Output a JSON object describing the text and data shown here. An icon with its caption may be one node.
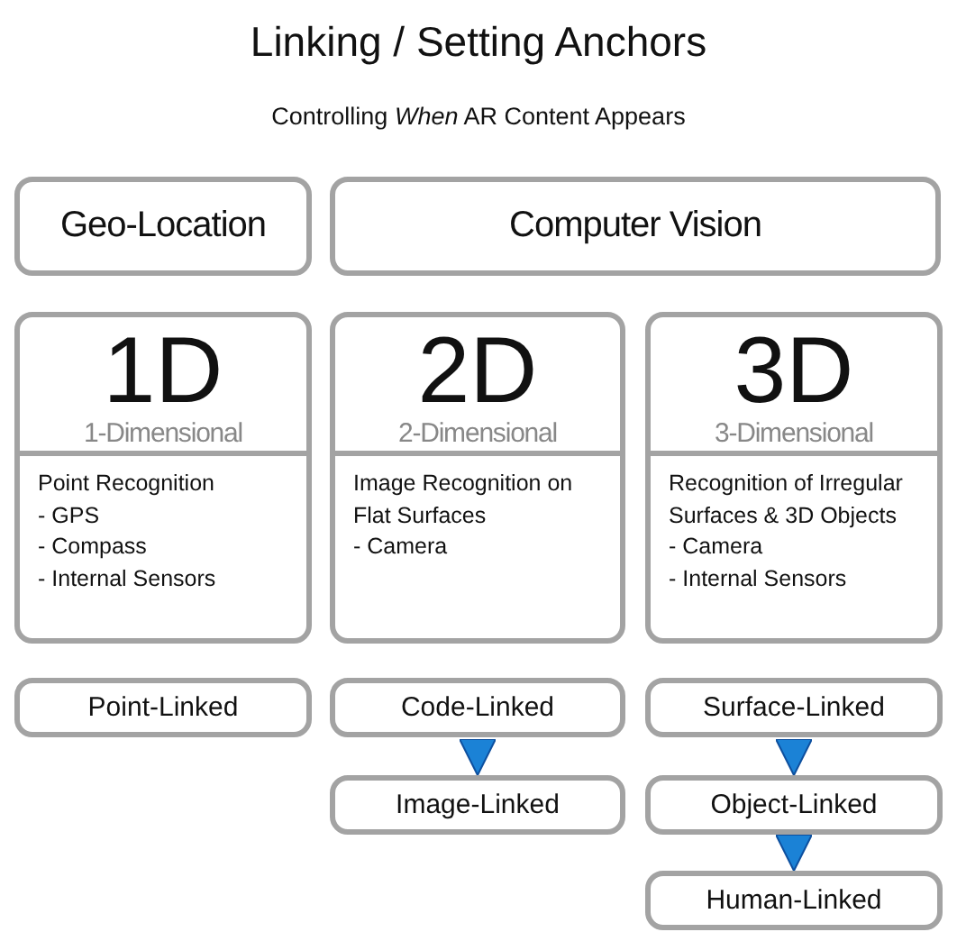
{
  "diagram": {
    "title": "Linking / Setting Anchors",
    "nodes": [
      {
        "text": [
          "Geo-Location"
        ]
      },
      {
        "text": [
          "Computer Vision"
        ]
      },
      {
        "text": [
          "1D",
          "1-Dimensional",
          "Point Recognition - GPS - Compass - Internal Sensors"
        ]
      },
      {
        "text": [
          "2D",
          "2-Dimensional",
          "Image Recognition on Flat Surfaces - Camera"
        ]
      },
      {
        "text": [
          "3D",
          "3-Dimensional",
          "Recognition of Irregular Surfaces & 3D Objects - Camera - Internal Sensors"
        ]
      },
      {
        "text": [
          "Point-Linked"
        ]
      },
      {
        "text": [
          "Code-Linked"
        ]
      },
      {
        "text": [
          "Image-Linked"
        ]
      },
      {
        "text": [
          "Surface-Linked"
        ]
      },
      {
        "text": [
          "Object-Linked"
        ]
      },
      {
        "text": [
          "Human-Linked"
        ]
      }
    ],
    "edges": [
      {
        "from": 6,
        "to": 7,
        "arrow": "to"
      },
      {
        "from": 8,
        "to": 9,
        "arrow": "to"
      },
      {
        "from": 9,
        "to": 10,
        "arrow": "to"
      }
    ],
    "labels": [
      "Controlling *When* AR Content Appears"
    ]
  }
}
